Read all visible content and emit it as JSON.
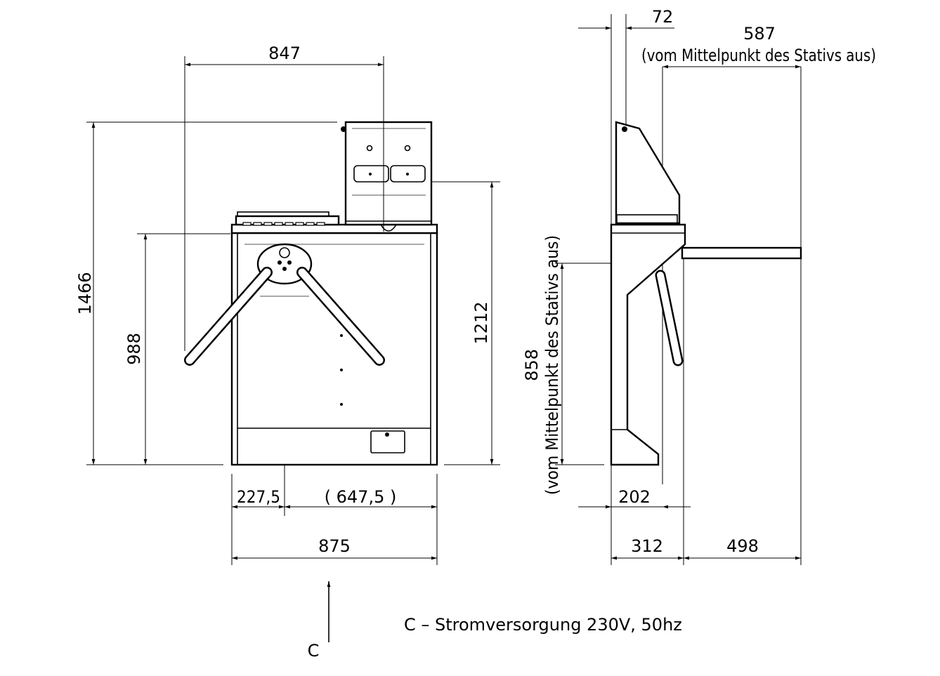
{
  "front_view": {
    "dim_width_arms": "847",
    "dim_total_height": "1466",
    "dim_arm_height": "988",
    "dim_cabinet_height": "1212",
    "dim_left_offset": "227,5",
    "dim_right_offset": "(  647,5  )",
    "dim_cabinet_width": "875"
  },
  "side_view": {
    "dim_top_offset": "72",
    "dim_arm_reach": "587",
    "dim_arm_reach_note": "(vom Mittelpunkt des Stativs aus)",
    "dim_hub_height": "858",
    "dim_hub_height_note": "(vom Mittelpunkt des Stativs aus)",
    "dim_hub_offset": "202",
    "dim_body_depth": "312",
    "dim_arm_extension": "498"
  },
  "power": {
    "marker": "C",
    "legend": "C – Stromversorgung 230V, 50hz"
  }
}
